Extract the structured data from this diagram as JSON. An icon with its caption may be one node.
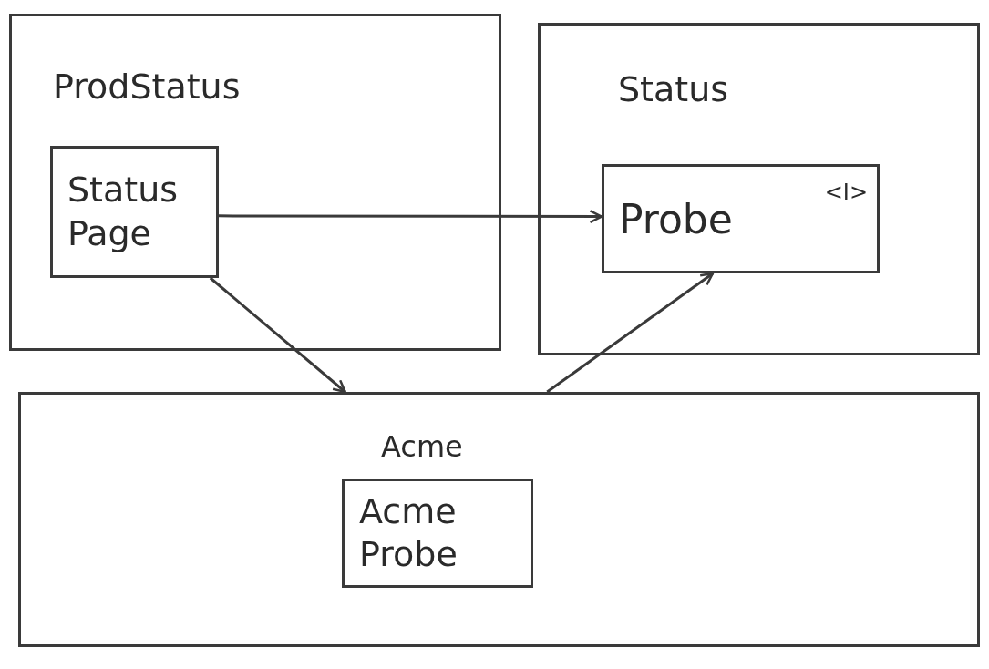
{
  "diagram": {
    "nodes": [
      {
        "text": [
          "ProdStatus"
        ]
      },
      {
        "text": [
          "Status Page"
        ],
        "in": 0
      },
      {
        "text": [
          "Status"
        ]
      },
      {
        "text": [
          "Probe",
          "<I>"
        ],
        "in": 2
      },
      {
        "text": [
          "Acme"
        ]
      },
      {
        "text": [
          "Acme Probe"
        ],
        "in": 4
      }
    ],
    "edges": [
      {
        "from": 1,
        "to": 3,
        "arrow": "to"
      },
      {
        "from": 1,
        "to": 4,
        "arrow": "to"
      },
      {
        "from": 4,
        "to": 3,
        "arrow": "to"
      }
    ]
  }
}
